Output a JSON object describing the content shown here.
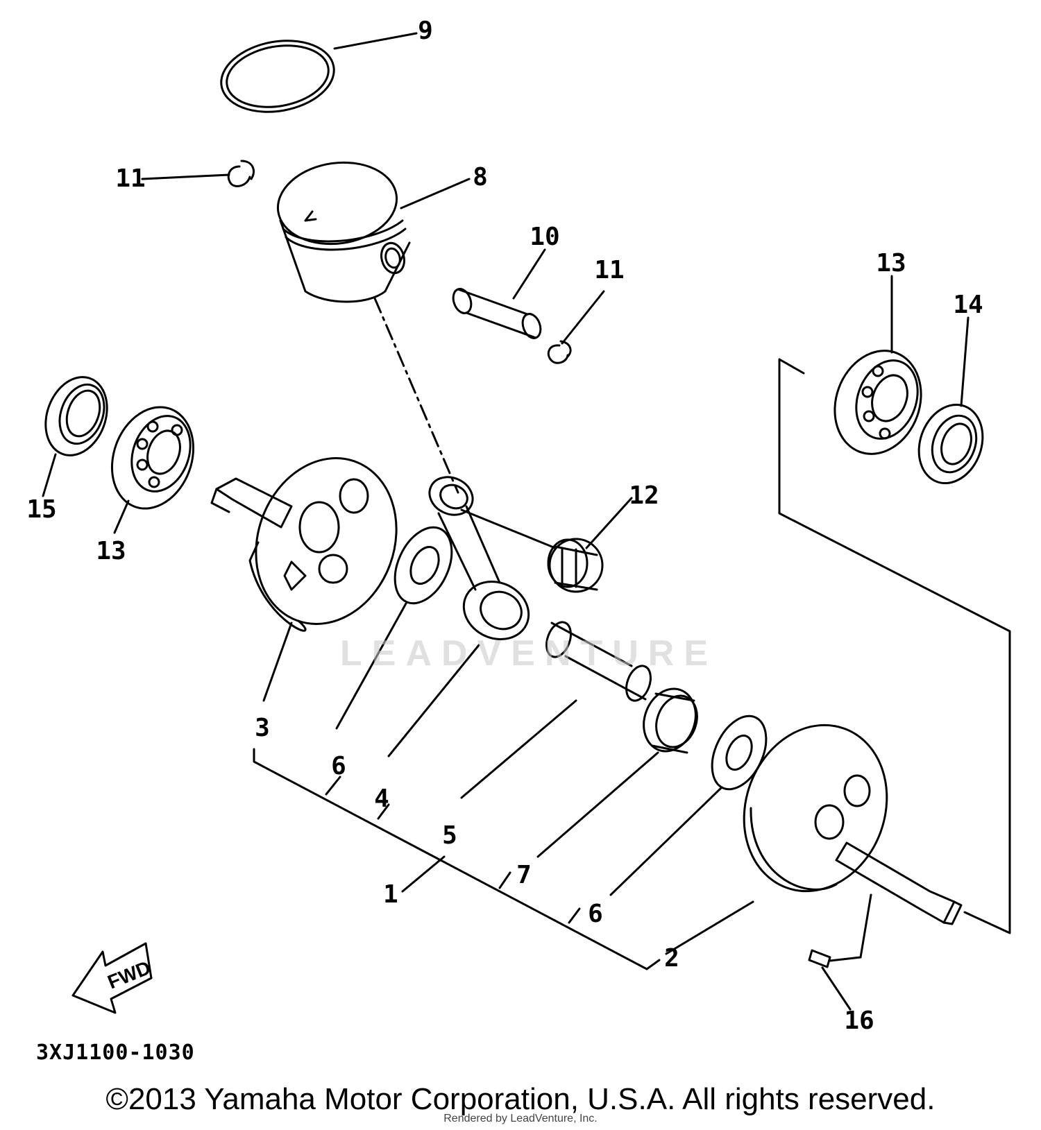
{
  "diagram": {
    "callouts": {
      "c1": "1",
      "c2": "2",
      "c3": "3",
      "c4": "4",
      "c5": "5",
      "c6a": "6",
      "c6b": "6",
      "c7": "7",
      "c8": "8",
      "c9": "9",
      "c10": "10",
      "c11a": "11",
      "c11b": "11",
      "c12": "12",
      "c13a": "13",
      "c13b": "13",
      "c14": "14",
      "c15": "15",
      "c16": "16"
    },
    "fwd_label": "FWD",
    "diagram_code": "3XJ1100-1030",
    "watermark": "LEADVENTURE"
  },
  "footer": {
    "copyright": "©2013 Yamaha Motor Corporation, U.S.A. All rights reserved.",
    "rendered_by": "Rendered by LeadVenture, Inc."
  }
}
